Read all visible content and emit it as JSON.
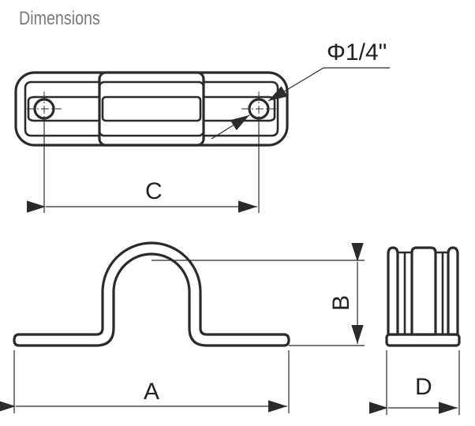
{
  "header": {
    "title": "Dimensions"
  },
  "labels": {
    "diameter": "Φ1/4\"",
    "c": "C",
    "a": "A",
    "b": "B",
    "d": "D"
  },
  "colors": {
    "line": "#2b2b2b",
    "title": "#7a7a7a"
  }
}
